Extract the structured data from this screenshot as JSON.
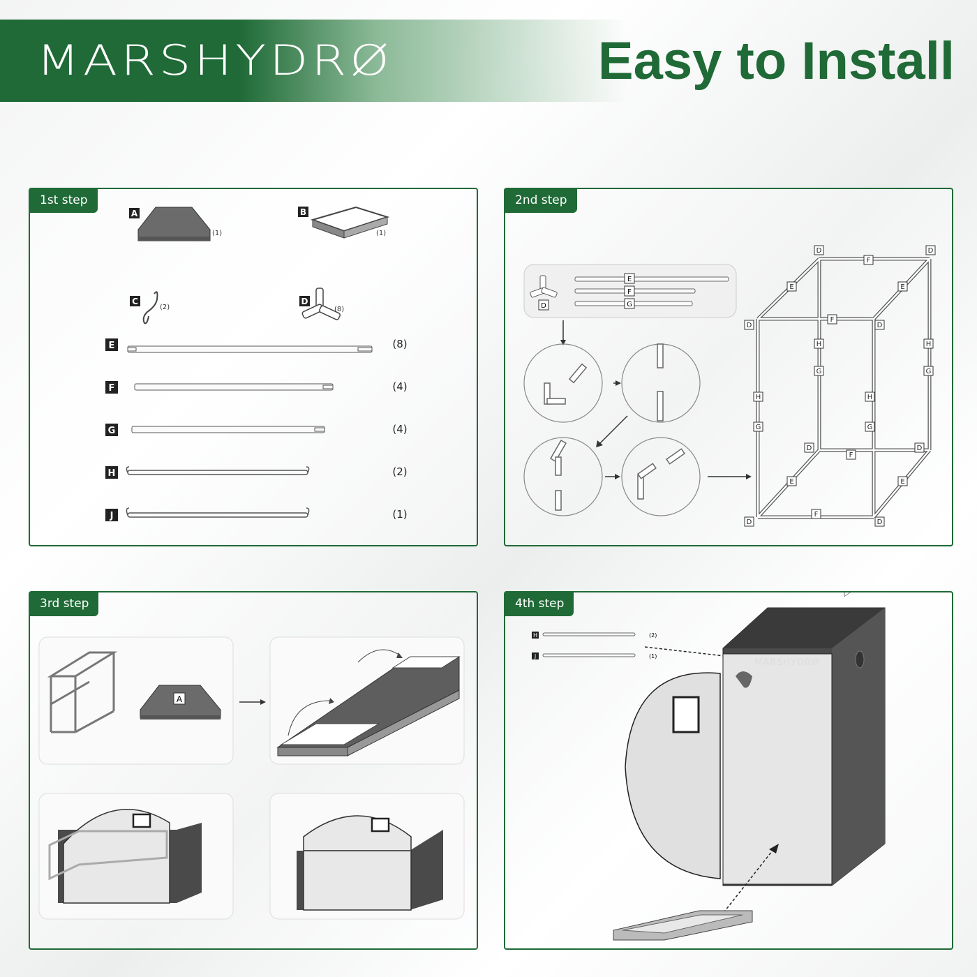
{
  "header": {
    "brand": "MARSHYDRØ",
    "headline": "Easy to Install"
  },
  "steps": [
    {
      "label": "1st step"
    },
    {
      "label": "2nd step"
    },
    {
      "label": "3rd step"
    },
    {
      "label": "4th step"
    }
  ],
  "parts": [
    {
      "letter": "A",
      "qty": "(1)"
    },
    {
      "letter": "B",
      "qty": "(1)"
    },
    {
      "letter": "C",
      "qty": "(2)"
    },
    {
      "letter": "D",
      "qty": "(8)"
    },
    {
      "letter": "E",
      "qty": "(8)"
    },
    {
      "letter": "F",
      "qty": "(4)"
    },
    {
      "letter": "G",
      "qty": "(4)"
    },
    {
      "letter": "H",
      "qty": "(2)"
    },
    {
      "letter": "J",
      "qty": "(1)"
    }
  ],
  "step4_parts": [
    {
      "letter": "H",
      "qty": "(2)"
    },
    {
      "letter": "J",
      "qty": "(1)"
    }
  ],
  "colors": {
    "brand_green": "#1f6a36",
    "tent_gray": "#4a4a4a"
  }
}
